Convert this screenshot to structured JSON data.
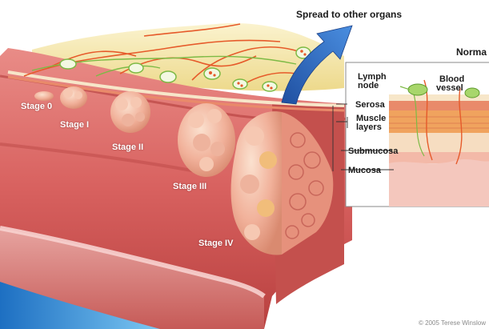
{
  "spread_label": "Spread to other organs",
  "stages": [
    "Stage 0",
    "Stage I",
    "Stage II",
    "Stage III",
    "Stage IV"
  ],
  "inset": {
    "title": "Norma",
    "lymph_node_line1": "Lymph",
    "lymph_node_line2": "node",
    "blood_vessel_line1": "Blood",
    "blood_vessel_line2": "vessel"
  },
  "layers": {
    "serosa": "Serosa",
    "muscle_line1": "Muscle",
    "muscle_line2": "layers",
    "submucosa": "Submucosa",
    "mucosa": "Mucosa"
  },
  "credit": "© 2005 Terese Winslow",
  "colors": {
    "colon_wall": "#d9706e",
    "colon_inner": "#c8524f",
    "tumor": "#f2b7a3",
    "fat": "#f3e6a3",
    "arrow": "#2f64b8",
    "vessel": "#e65a2a",
    "lymph": "#a8d66b",
    "accent_bar": "#2a8fd6"
  }
}
